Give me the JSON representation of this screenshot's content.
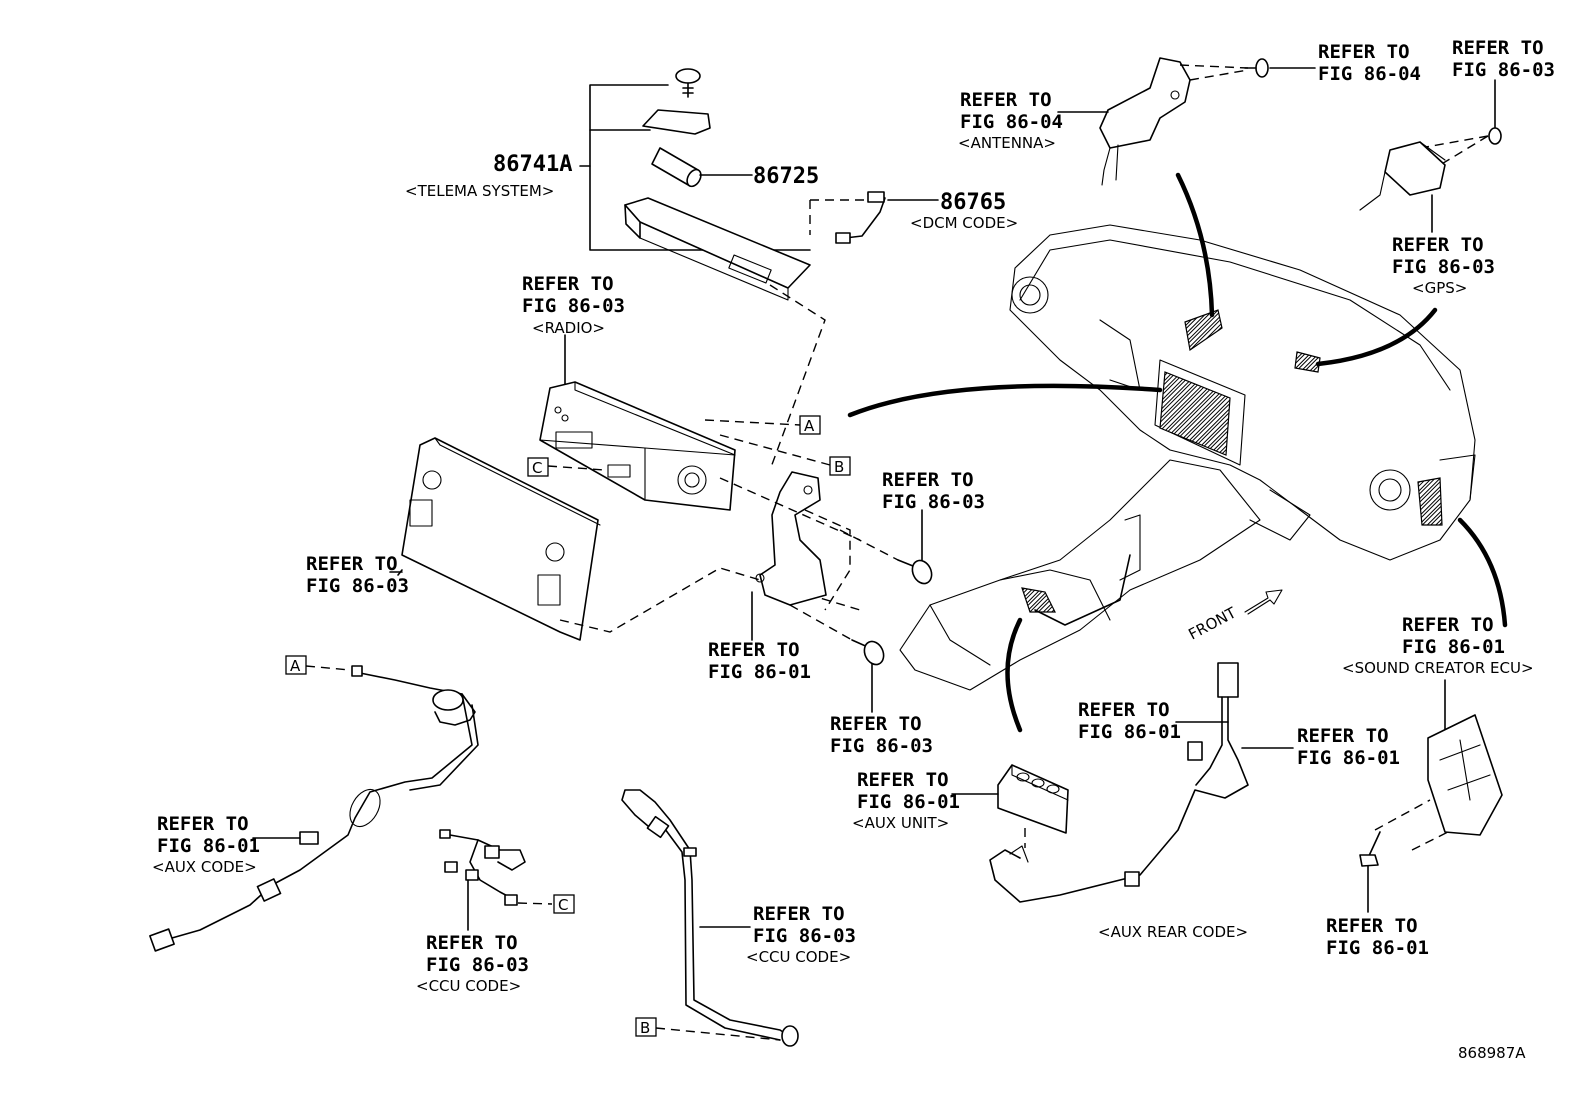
{
  "diagram_code": "868987A",
  "parts": {
    "telema_system": {
      "number": "86741A",
      "name": "<TELEMA SYSTEM>"
    },
    "part_86725": {
      "number": "86725"
    },
    "dcm_code": {
      "number": "86765",
      "name": "<DCM CODE>"
    }
  },
  "refs": {
    "radio": {
      "line1": "REFER TO",
      "line2": "FIG 86-03",
      "name": "<RADIO>"
    },
    "panel": {
      "line1": "REFER TO",
      "line2": "FIG 86-03"
    },
    "bracket": {
      "line1": "REFER TO",
      "line2": "FIG 86-01"
    },
    "screw_upper": {
      "line1": "REFER TO",
      "line2": "FIG 86-03"
    },
    "screw_lower": {
      "line1": "REFER TO",
      "line2": "FIG 86-03"
    },
    "antenna": {
      "line1": "REFER TO",
      "line2": "FIG 86-04",
      "name": "<ANTENNA>"
    },
    "antenna_bolt": {
      "line1": "REFER TO",
      "line2": "FIG 86-04"
    },
    "gps_bolt": {
      "line1": "REFER TO",
      "line2": "FIG 86-03"
    },
    "gps": {
      "line1": "REFER TO",
      "line2": "FIG 86-03",
      "name": "<GPS>"
    },
    "sound_creator": {
      "line1": "REFER TO",
      "line2": "FIG 86-01",
      "name": "<SOUND CREATOR ECU>"
    },
    "sound_bolt": {
      "line1": "REFER TO",
      "line2": "FIG 86-01"
    },
    "aux_rear_left": {
      "line1": "REFER TO",
      "line2": "FIG 86-01"
    },
    "aux_rear_right": {
      "line1": "REFER TO",
      "line2": "FIG 86-01"
    },
    "aux_unit": {
      "line1": "REFER TO",
      "line2": "FIG 86-01",
      "name": "<AUX UNIT>"
    },
    "aux_code": {
      "line1": "REFER TO",
      "line2": "FIG 86-01",
      "name": "<AUX CODE>"
    },
    "ccu_left": {
      "line1": "REFER TO",
      "line2": "FIG 86-03",
      "name": "<CCU CODE>"
    },
    "ccu_right": {
      "line1": "REFER TO",
      "line2": "FIG 86-03",
      "name": "<CCU CODE>"
    }
  },
  "aux_rear_code": "<AUX REAR CODE>",
  "front_label": "FRONT",
  "connectors": {
    "a": "A",
    "b": "B",
    "c": "C"
  }
}
